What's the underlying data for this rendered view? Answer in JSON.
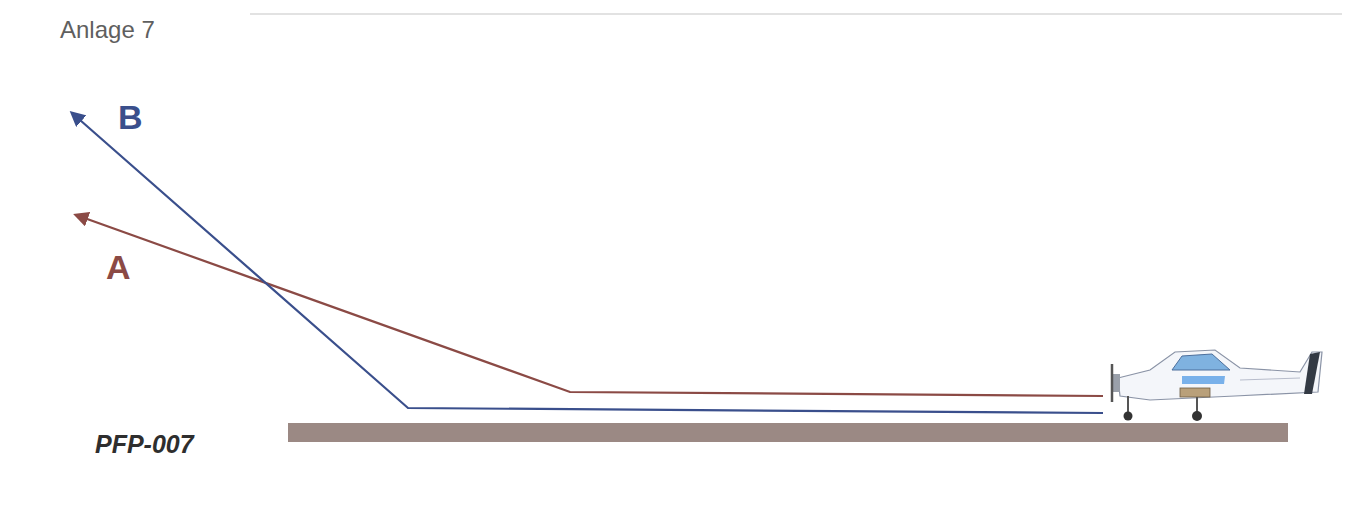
{
  "diagram": {
    "title": "Anlage 7",
    "labels": [
      "B",
      "A",
      "PFP-007"
    ]
  }
}
